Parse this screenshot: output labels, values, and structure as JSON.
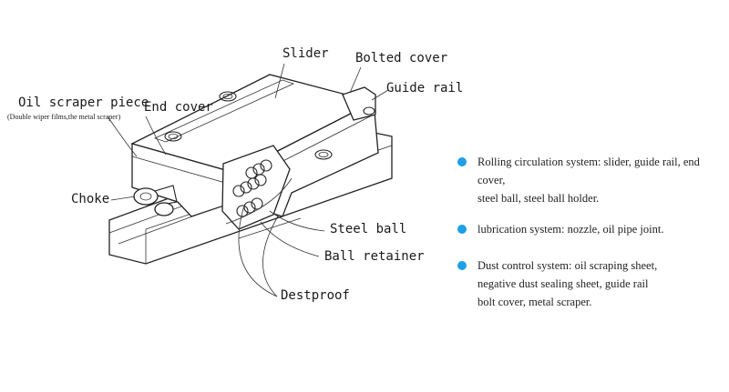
{
  "labels": {
    "slider": "Slider",
    "bolted_cover": "Bolted cover",
    "guide_rail": "Guide rail",
    "oil_scraper": "Oil scraper piece",
    "oil_scraper_note": "(Double wiper films,the metal scraper)",
    "end_cover": "End cover",
    "choke": "Choke",
    "steel_ball": "Steel ball",
    "ball_retainer": "Ball retainer",
    "destproof": "Destproof"
  },
  "legend": [
    {
      "lines": [
        "Rolling circulation system: slider, guide rail, end cover,",
        "steel ball, steel ball holder."
      ]
    },
    {
      "lines": [
        "lubrication system: nozzle, oil pipe joint."
      ]
    },
    {
      "lines": [
        "Dust control system: oil scraping sheet,",
        "negative dust sealing sheet, guide rail",
        "bolt cover, metal scraper."
      ]
    }
  ],
  "colors": {
    "bullet": "#1ea0e6",
    "lines": "#222222"
  }
}
